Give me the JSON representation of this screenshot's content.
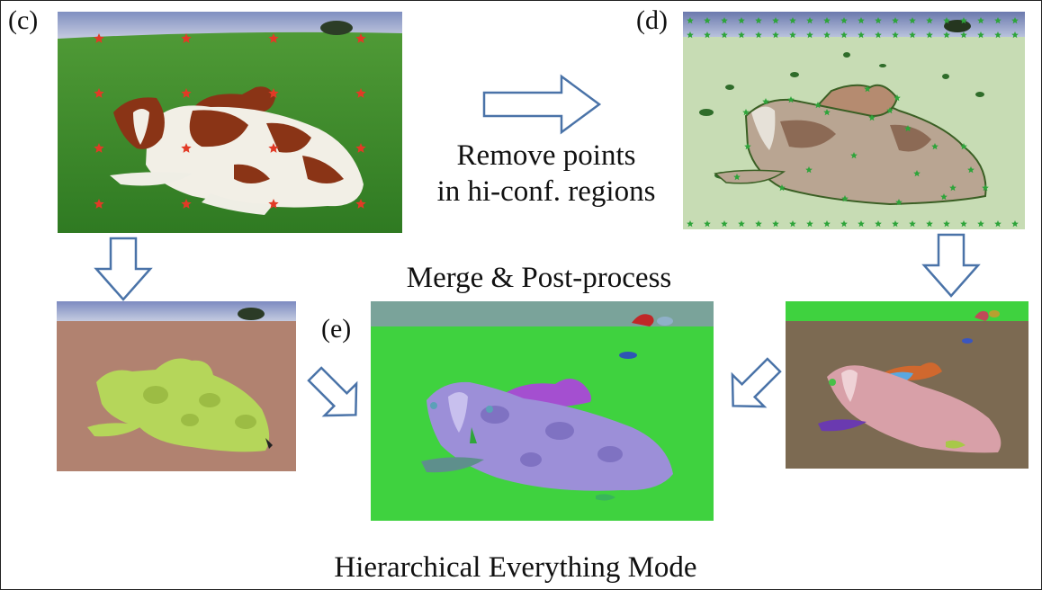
{
  "labels": {
    "c": "(c)",
    "d": "(d)",
    "e": "(e)"
  },
  "captions": {
    "remove_line1": "Remove points",
    "remove_line2": "in hi-conf. regions",
    "merge": "Merge & Post-process",
    "title": "Hierarchical Everything Mode"
  },
  "colors": {
    "arrow_stroke": "#4a73a8",
    "red_star": "#e23a26",
    "green_star": "#2ea43a",
    "grass": "#3f8a2a",
    "sky": "#a8b4d6",
    "cow_brown": "#8a3416",
    "mask_lime": "#b5d65a",
    "mask_purple": "#9c8fd8",
    "mask_pink": "#d8a0a8",
    "mask_magenta": "#a44fd0",
    "bright_green": "#3fd23f"
  }
}
